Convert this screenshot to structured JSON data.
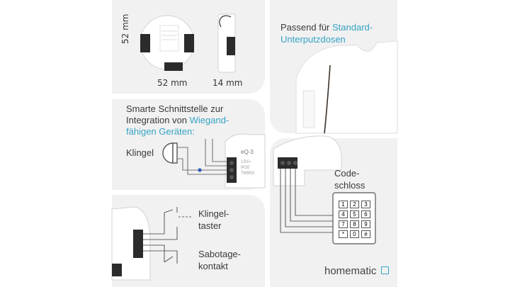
{
  "dimensions": {
    "height": "52 mm",
    "width": "52 mm",
    "depth": "14 mm"
  },
  "mount": {
    "prefix": "Passend für ",
    "highlight_line1": "Standard-",
    "highlight_line2": "Unterputzdosen"
  },
  "wiegand": {
    "line1": "Smarte Schnittstelle zur",
    "line2_prefix": "Integration von ",
    "line2_highlight": "Wiegand-",
    "line3_highlight": "fähigen Geräten:"
  },
  "labels": {
    "klingel": "Klingel",
    "code_line1": "Code-",
    "code_line2": "schloss",
    "taster_line1": "Klingel-",
    "taster_line2": "taster",
    "sabotage_line1": "Sabotage-",
    "sabotage_line2": "kontakt"
  },
  "keypad": [
    "1",
    "2",
    "3",
    "4",
    "5",
    "6",
    "7",
    "8",
    "9",
    "*",
    "0",
    "#"
  ],
  "module": {
    "model": "eQ-3",
    "spec1": "12V=",
    "spec2": "IP20",
    "spec3": "TM903"
  },
  "brand": {
    "name_a": "home",
    "name_b": "matic"
  },
  "colors": {
    "accent": "#35a3c4",
    "panel": "#f1f1f1",
    "text": "#3a3a3a"
  }
}
